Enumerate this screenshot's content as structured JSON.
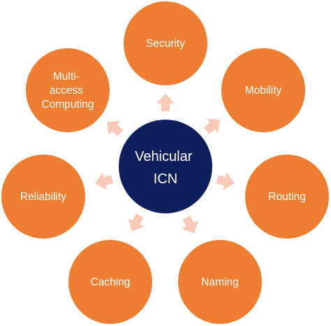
{
  "center": {
    "lines": [
      "Vehicular",
      "ICN"
    ]
  },
  "nodes": [
    {
      "id": "security",
      "lines": [
        "Security"
      ]
    },
    {
      "id": "mobility",
      "lines": [
        "Mobility"
      ]
    },
    {
      "id": "routing",
      "lines": [
        "Routing"
      ]
    },
    {
      "id": "naming",
      "lines": [
        "Naming"
      ]
    },
    {
      "id": "caching",
      "lines": [
        "Caching"
      ]
    },
    {
      "id": "reliability",
      "lines": [
        "Reliability"
      ]
    },
    {
      "id": "multi-access-computing",
      "lines": [
        "Multi-",
        "access",
        "Computing"
      ]
    }
  ],
  "colors": {
    "outer": "#ED7D31",
    "center": "#0F1F5E",
    "arrow": "#F8C9B6",
    "text": "#FFFFFF"
  }
}
